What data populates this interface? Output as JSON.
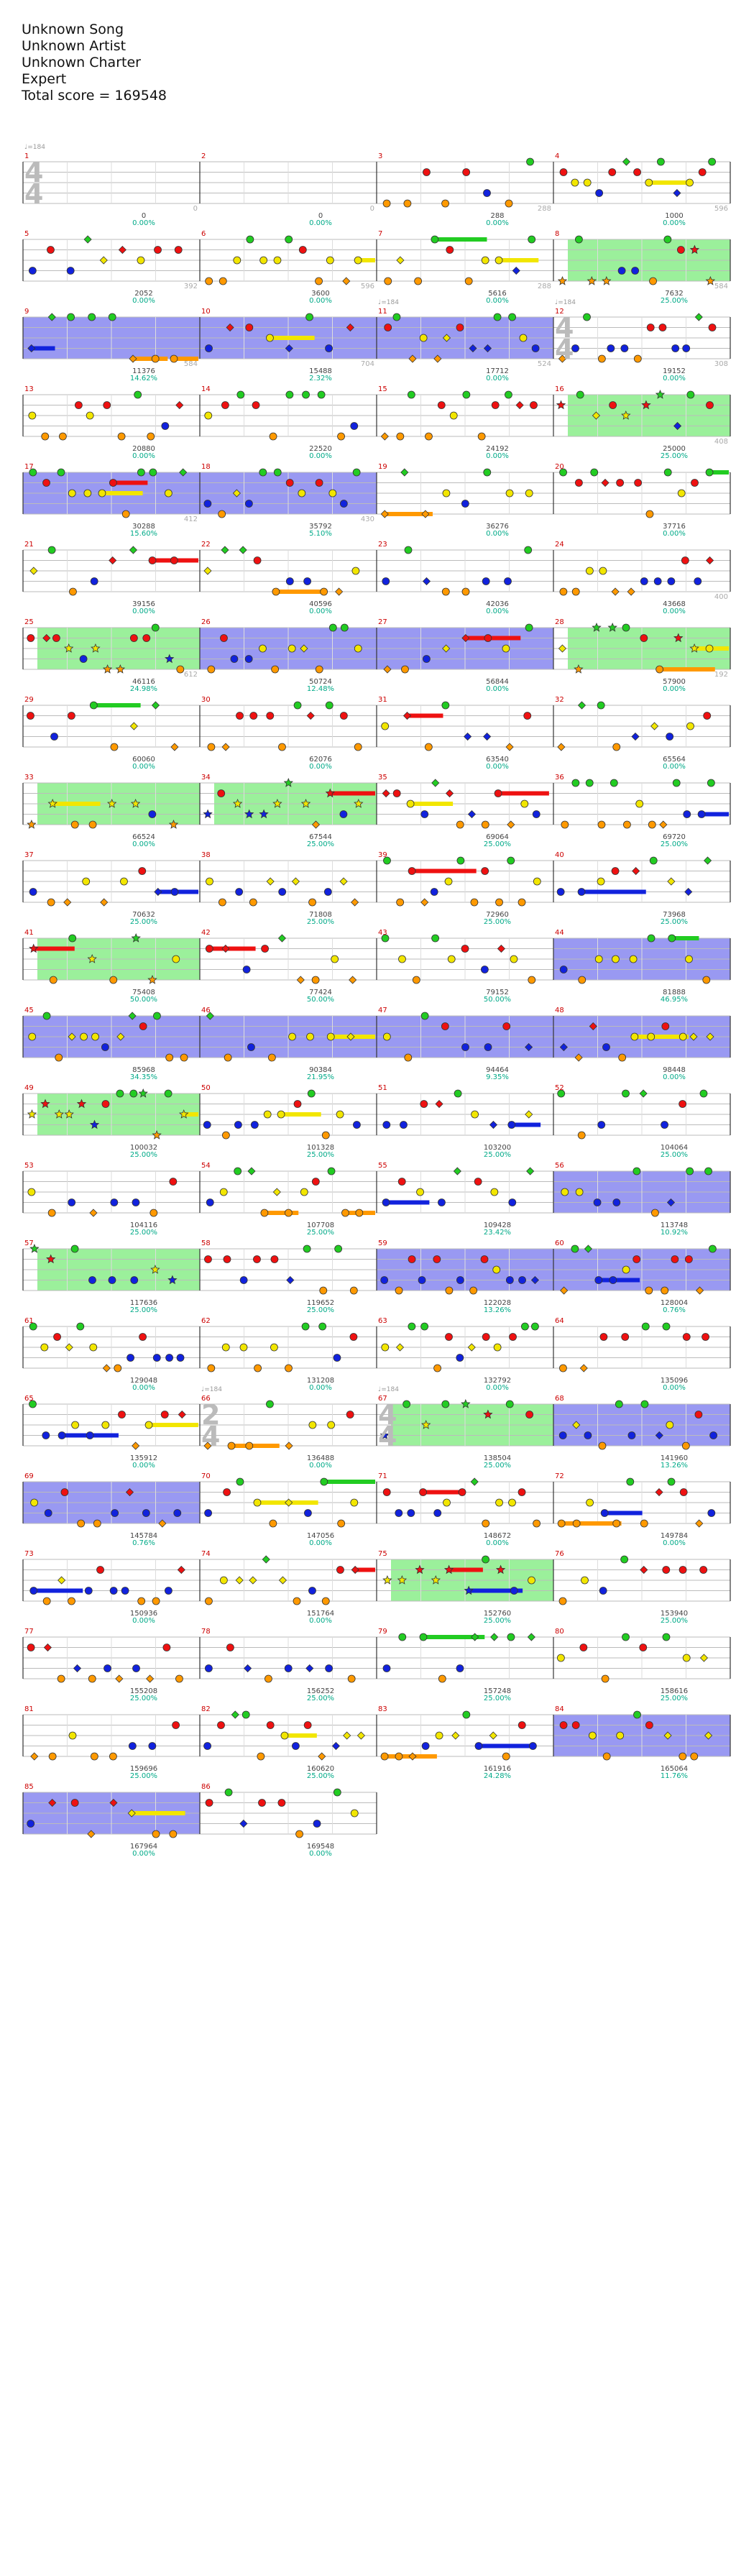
{
  "header": {
    "song": "Unknown Song",
    "artist": "Unknown Artist",
    "charter": "Unknown Charter",
    "difficulty": "Expert",
    "total_score": "Total score = 169548"
  },
  "colors": {
    "green": "#22cc22",
    "red": "#ee1111",
    "yellow": "#f2e600",
    "blue": "#1122dd",
    "orange": "#ff9900",
    "starpower": "#90ee90",
    "solo": "#7777ee",
    "note_outline": "#333333"
  },
  "tempo_markers": [
    {
      "measure": 1,
      "text": "♩=184"
    },
    {
      "measure": 11,
      "text": "♩=184"
    },
    {
      "measure": 12,
      "text": "♩=184"
    },
    {
      "measure": 66,
      "text": "♩=184"
    },
    {
      "measure": 67,
      "text": "♩=184"
    }
  ],
  "time_signatures": [
    {
      "measure": 1,
      "top": "4",
      "bottom": "4"
    },
    {
      "measure": 12,
      "top": "4",
      "bottom": "4"
    },
    {
      "measure": 66,
      "top": "2",
      "bottom": "4"
    },
    {
      "measure": 67,
      "top": "4",
      "bottom": "4"
    }
  ],
  "measures": [
    {
      "n": 1,
      "mscore": "0",
      "score": "0",
      "pct": "0.00%"
    },
    {
      "n": 2,
      "mscore": "0",
      "score": "0",
      "pct": "0.00%"
    },
    {
      "n": 3,
      "mscore": "288",
      "score": "288",
      "pct": "0.00%"
    },
    {
      "n": 4,
      "mscore": "596",
      "score": "1000",
      "pct": "0.00%"
    },
    {
      "n": 5,
      "mscore": "392",
      "score": "2052",
      "pct": "0.00%"
    },
    {
      "n": 6,
      "mscore": "596",
      "score": "3600",
      "pct": "0.00%"
    },
    {
      "n": 7,
      "mscore": "288",
      "score": "5616",
      "pct": "0.00%"
    },
    {
      "n": 8,
      "mscore": "584",
      "score": "7632",
      "pct": "25.00%"
    },
    {
      "n": 9,
      "mscore": "584",
      "score": "11376",
      "pct": "14.62%"
    },
    {
      "n": 10,
      "mscore": "704",
      "score": "15488",
      "pct": "2.32%"
    },
    {
      "n": 11,
      "mscore": "524",
      "score": "17712",
      "pct": "0.00%"
    },
    {
      "n": 12,
      "mscore": "308",
      "score": "19152",
      "pct": "0.00%"
    },
    {
      "n": 13,
      "mscore": "",
      "score": "20880",
      "pct": "0.00%"
    },
    {
      "n": 14,
      "mscore": "",
      "score": "22520",
      "pct": "0.00%"
    },
    {
      "n": 15,
      "mscore": "",
      "score": "24192",
      "pct": "0.00%"
    },
    {
      "n": 16,
      "mscore": "408",
      "score": "25000",
      "pct": "25.00%"
    },
    {
      "n": 17,
      "mscore": "412",
      "score": "30288",
      "pct": "15.60%"
    },
    {
      "n": 18,
      "mscore": "430",
      "score": "35792",
      "pct": "5.10%"
    },
    {
      "n": 19,
      "mscore": "",
      "score": "36276",
      "pct": "0.00%"
    },
    {
      "n": 20,
      "mscore": "",
      "score": "37716",
      "pct": "0.00%"
    },
    {
      "n": 21,
      "mscore": "",
      "score": "39156",
      "pct": "0.00%"
    },
    {
      "n": 22,
      "mscore": "",
      "score": "40596",
      "pct": "0.00%"
    },
    {
      "n": 23,
      "mscore": "",
      "score": "42036",
      "pct": "0.00%"
    },
    {
      "n": 24,
      "mscore": "400",
      "score": "43668",
      "pct": "0.00%"
    },
    {
      "n": 25,
      "mscore": "612",
      "score": "46116",
      "pct": "24.98%"
    },
    {
      "n": 26,
      "mscore": "",
      "score": "50724",
      "pct": "12.48%"
    },
    {
      "n": 27,
      "mscore": "",
      "score": "56844",
      "pct": "0.00%"
    },
    {
      "n": 28,
      "mscore": "192",
      "score": "57900",
      "pct": "0.00%"
    },
    {
      "n": 29,
      "mscore": "",
      "score": "60060",
      "pct": "0.00%"
    },
    {
      "n": 30,
      "mscore": "",
      "score": "62076",
      "pct": "0.00%"
    },
    {
      "n": 31,
      "mscore": "",
      "score": "63540",
      "pct": "0.00%"
    },
    {
      "n": 32,
      "mscore": "",
      "score": "65564",
      "pct": "0.00%"
    },
    {
      "n": 33,
      "mscore": "",
      "score": "66524",
      "pct": "0.00%"
    },
    {
      "n": 34,
      "mscore": "",
      "score": "67544",
      "pct": "25.00%"
    },
    {
      "n": 35,
      "mscore": "",
      "score": "69064",
      "pct": "25.00%"
    },
    {
      "n": 36,
      "mscore": "",
      "score": "69720",
      "pct": "25.00%"
    },
    {
      "n": 37,
      "mscore": "",
      "score": "70632",
      "pct": "25.00%"
    },
    {
      "n": 38,
      "mscore": "",
      "score": "71808",
      "pct": "25.00%"
    },
    {
      "n": 39,
      "mscore": "",
      "score": "72960",
      "pct": "25.00%"
    },
    {
      "n": 40,
      "mscore": "",
      "score": "73968",
      "pct": "25.00%"
    },
    {
      "n": 41,
      "mscore": "",
      "score": "75408",
      "pct": "50.00%"
    },
    {
      "n": 42,
      "mscore": "",
      "score": "77424",
      "pct": "50.00%"
    },
    {
      "n": 43,
      "mscore": "",
      "score": "79152",
      "pct": "50.00%"
    },
    {
      "n": 44,
      "mscore": "",
      "score": "81888",
      "pct": "46.95%"
    },
    {
      "n": 45,
      "mscore": "",
      "score": "85968",
      "pct": "34.35%"
    },
    {
      "n": 46,
      "mscore": "",
      "score": "90384",
      "pct": "21.95%"
    },
    {
      "n": 47,
      "mscore": "",
      "score": "94464",
      "pct": "9.35%"
    },
    {
      "n": 48,
      "mscore": "",
      "score": "98448",
      "pct": "0.00%"
    },
    {
      "n": 49,
      "mscore": "",
      "score": "100032",
      "pct": "25.00%"
    },
    {
      "n": 50,
      "mscore": "",
      "score": "101328",
      "pct": "25.00%"
    },
    {
      "n": 51,
      "mscore": "",
      "score": "103200",
      "pct": "25.00%"
    },
    {
      "n": 52,
      "mscore": "",
      "score": "104064",
      "pct": "25.00%"
    },
    {
      "n": 53,
      "mscore": "",
      "score": "104116",
      "pct": "25.00%"
    },
    {
      "n": 54,
      "mscore": "",
      "score": "107708",
      "pct": "25.00%"
    },
    {
      "n": 55,
      "mscore": "",
      "score": "109428",
      "pct": "23.42%"
    },
    {
      "n": 56,
      "mscore": "",
      "score": "113748",
      "pct": "10.92%"
    },
    {
      "n": 57,
      "mscore": "",
      "score": "117636",
      "pct": "25.00%"
    },
    {
      "n": 58,
      "mscore": "",
      "score": "119652",
      "pct": "25.00%"
    },
    {
      "n": 59,
      "mscore": "",
      "score": "122028",
      "pct": "13.26%"
    },
    {
      "n": 60,
      "mscore": "",
      "score": "128004",
      "pct": "0.76%"
    },
    {
      "n": 61,
      "mscore": "",
      "score": "129048",
      "pct": "0.00%"
    },
    {
      "n": 62,
      "mscore": "",
      "score": "131208",
      "pct": "0.00%"
    },
    {
      "n": 63,
      "mscore": "",
      "score": "132792",
      "pct": "0.00%"
    },
    {
      "n": 64,
      "mscore": "",
      "score": "135096",
      "pct": "0.00%"
    },
    {
      "n": 65,
      "mscore": "",
      "score": "135912",
      "pct": "0.00%"
    },
    {
      "n": 66,
      "mscore": "",
      "score": "136488",
      "pct": "0.00%"
    },
    {
      "n": 67,
      "mscore": "",
      "score": "138504",
      "pct": "25.00%"
    },
    {
      "n": 68,
      "mscore": "",
      "score": "141960",
      "pct": "13.26%"
    },
    {
      "n": 69,
      "mscore": "",
      "score": "145784",
      "pct": "0.76%"
    },
    {
      "n": 70,
      "mscore": "",
      "score": "147056",
      "pct": "0.00%"
    },
    {
      "n": 71,
      "mscore": "",
      "score": "148672",
      "pct": "0.00%"
    },
    {
      "n": 72,
      "mscore": "",
      "score": "149784",
      "pct": "0.00%"
    },
    {
      "n": 73,
      "mscore": "",
      "score": "150936",
      "pct": "0.00%"
    },
    {
      "n": 74,
      "mscore": "",
      "score": "151764",
      "pct": "0.00%"
    },
    {
      "n": 75,
      "mscore": "",
      "score": "152760",
      "pct": "25.00%"
    },
    {
      "n": 76,
      "mscore": "",
      "score": "153940",
      "pct": "25.00%"
    },
    {
      "n": 77,
      "mscore": "",
      "score": "155208",
      "pct": "25.00%"
    },
    {
      "n": 78,
      "mscore": "",
      "score": "156252",
      "pct": "25.00%"
    },
    {
      "n": 79,
      "mscore": "",
      "score": "157248",
      "pct": "25.00%"
    },
    {
      "n": 80,
      "mscore": "",
      "score": "158616",
      "pct": "25.00%"
    },
    {
      "n": 81,
      "mscore": "",
      "score": "159696",
      "pct": "25.00%"
    },
    {
      "n": 82,
      "mscore": "",
      "score": "160620",
      "pct": "25.00%"
    },
    {
      "n": 83,
      "mscore": "",
      "score": "161916",
      "pct": "24.28%"
    },
    {
      "n": 84,
      "mscore": "",
      "score": "165064",
      "pct": "11.76%"
    },
    {
      "n": 85,
      "mscore": "",
      "score": "167964",
      "pct": "0.00%"
    },
    {
      "n": 86,
      "mscore": "",
      "score": "169548",
      "pct": "0.00%"
    }
  ],
  "starpower_measures": [
    8,
    16,
    25,
    28,
    33,
    34,
    41,
    49,
    57,
    67,
    75
  ],
  "solo_measures": [
    9,
    10,
    11,
    17,
    18,
    26,
    27,
    44,
    45,
    46,
    47,
    48,
    56,
    59,
    60,
    68,
    69,
    84,
    85
  ],
  "empty_measures": [
    1,
    2
  ]
}
